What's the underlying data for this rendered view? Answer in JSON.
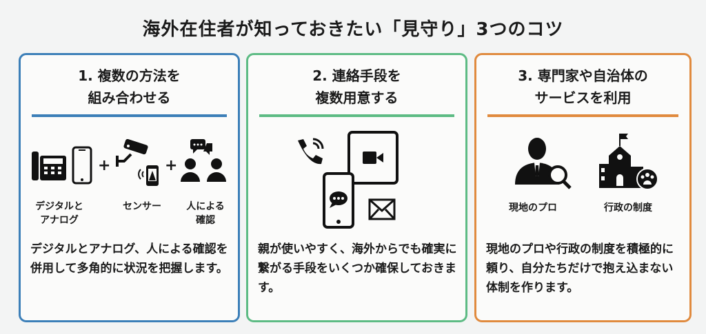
{
  "title": "海外在住者が知っておきたい「見守り」3つのコツ",
  "colors": {
    "blue": "#3c7fb8",
    "green": "#5dbb84",
    "orange": "#e08a3e"
  },
  "panels": [
    {
      "heading_line1": "1. 複数の方法を",
      "heading_line2": "組み合わせる",
      "labels": [
        "デジタルと\nアナログ",
        "センサー",
        "人による\n確認"
      ],
      "plus": "+",
      "description": "デジタルとアナログ、人による確認を併用して多角的に状況を把握します。"
    },
    {
      "heading_line1": "2. 連絡手段を",
      "heading_line2": "複数用意する",
      "description": "親が使いやすく、海外からでも確実に繋がる手段をいくつか確保しておきます。"
    },
    {
      "heading_line1": "3. 専門家や自治体の",
      "heading_line2": "サービスを利用",
      "labels": [
        "現地のプロ",
        "行政の制度"
      ],
      "description": "現地のプロや行政の制度を積極的に頼り、自分たちだけで抱え込まない体制を作ります。"
    }
  ]
}
